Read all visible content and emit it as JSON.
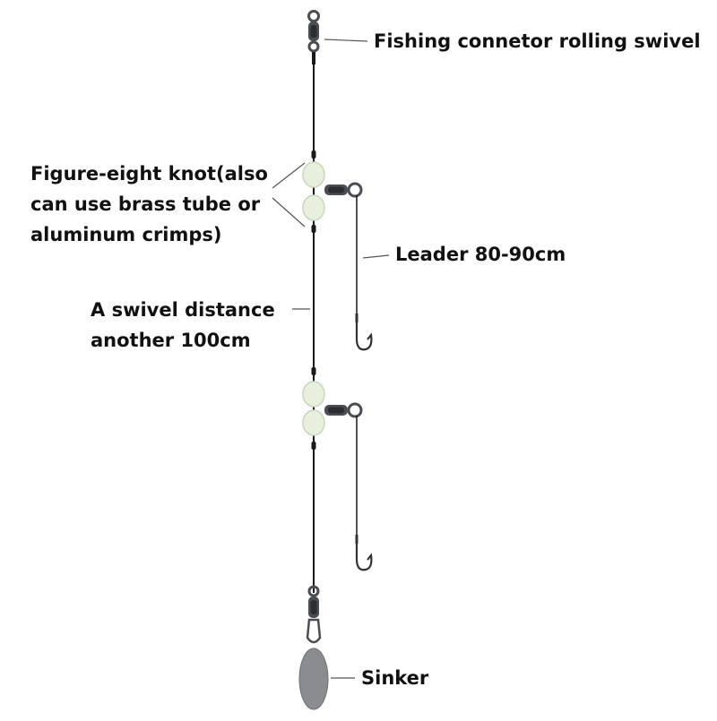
{
  "labels": {
    "swivel": "Fishing connetor rolling swivel",
    "knot": [
      "Figure-eight knot(also",
      "can use brass tube or",
      "aluminum crimps)"
    ],
    "leader": "Leader 80-90cm",
    "distance": [
      "A swivel distance",
      "another 100cm"
    ],
    "sinker": "Sinker"
  },
  "colors": {
    "line": "#1a1a1a",
    "bead": "#e7f0dd",
    "bead_shade": "#c9d6bd",
    "swivel_metal": "#4a4d52",
    "sinker": "#8a8c8f",
    "pointer": "#555555"
  },
  "parts": {
    "main_line": "braided-main-line",
    "top_connector": "rolling-swivel-with-snap",
    "droppers": [
      "dropper-1",
      "dropper-2"
    ],
    "bottom": "snap-swivel-with-sinker"
  }
}
